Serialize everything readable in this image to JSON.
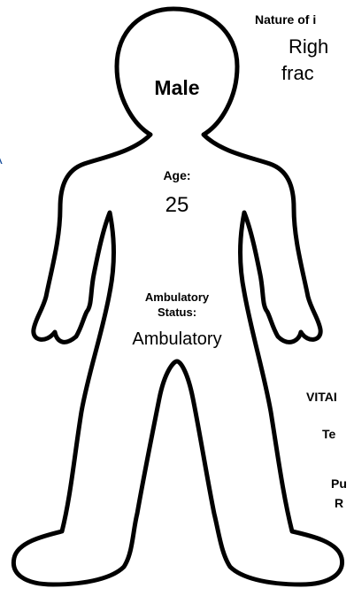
{
  "figure": {
    "sex": "Male",
    "age_label": "Age:",
    "age_value": "25",
    "ambulatory_label_line1": "Ambulatory",
    "ambulatory_label_line2": "Status:",
    "ambulatory_value": "Ambulatory"
  },
  "injury": {
    "label": "Nature of i",
    "value_line1": "Righ",
    "value_line2": "frac"
  },
  "vitals": {
    "label": "VITAI",
    "temp_label": "Te",
    "pulse_label": "Pu",
    "resp_label": "R"
  },
  "left_edge_mark": "A",
  "colors": {
    "outline": "#000000",
    "left_mark": "#1a4f9c"
  }
}
